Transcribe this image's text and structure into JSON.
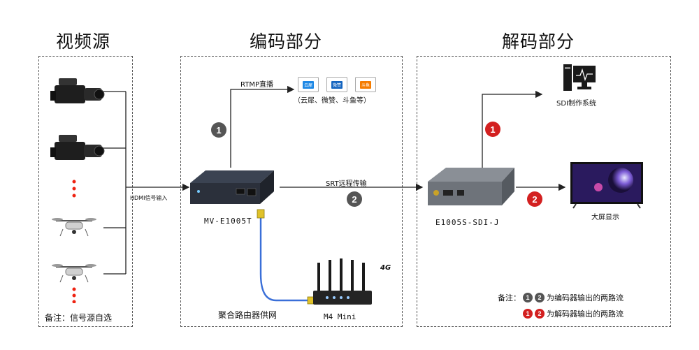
{
  "sections": {
    "source": {
      "title": "视频源",
      "note": "备注：信号源自选"
    },
    "encode": {
      "title": "编码部分"
    },
    "decode": {
      "title": "解码部分"
    }
  },
  "labels": {
    "hdmi_input": "HDMI信号输入",
    "rtmp_live": "RTMP直播",
    "platforms": "（云犀、微赞、斗鱼等）",
    "srt": "SRT远程传输",
    "encoder_model": "MV-E1005T",
    "decoder_model": "E1005S-SDI-J",
    "router_label": "聚合路由器供网",
    "router_model": "M4 Mini",
    "router_badge": "4G",
    "sdi_system": "SDI制作系统",
    "big_screen": "大屏显示"
  },
  "badges": {
    "one": "1",
    "two": "2"
  },
  "platform_logos": [
    {
      "text": "云犀",
      "color": "#1e88e5"
    },
    {
      "text": "微赞",
      "color": "#1565c0"
    },
    {
      "text": "斗鱼",
      "color": "#f57c00"
    }
  ],
  "legend": {
    "prefix": "备注：",
    "encoder_streams": "为编码器输出的两路流",
    "decoder_streams": "为解码器输出的两路流"
  },
  "colors": {
    "dark_badge": "#555555",
    "red_badge": "#d32020",
    "cable": "#3a6fd8"
  }
}
